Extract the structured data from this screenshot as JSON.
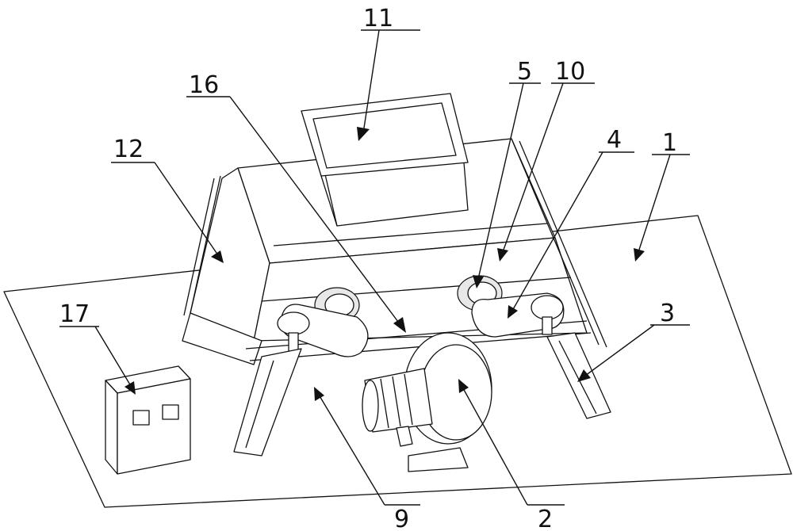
{
  "figure": {
    "labels": {
      "base_plate": "1",
      "fan": "2",
      "outlet_chute_right": "3",
      "belt_cover": "4",
      "pulley": "5",
      "chamber_side": "10",
      "feed_hopper": "11",
      "chamber_end": "12",
      "shaft": "16",
      "outlet_chute_left": "9",
      "control_box": "17"
    }
  }
}
